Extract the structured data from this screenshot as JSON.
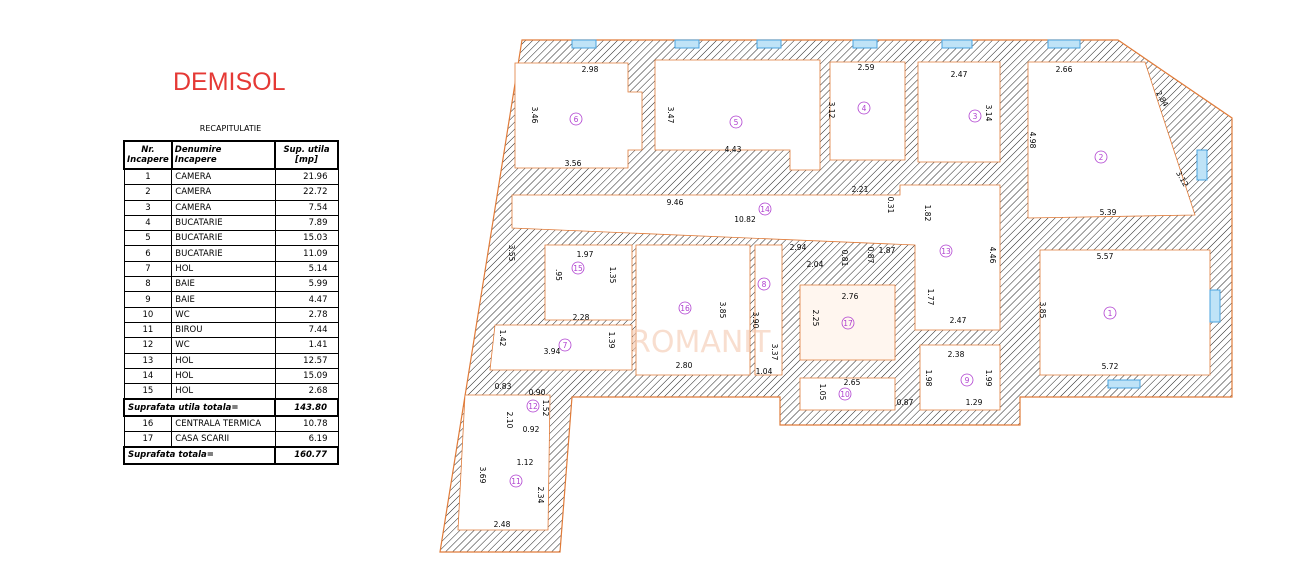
{
  "title": "DEMISOL",
  "table": {
    "caption": "RECAPITULATIE",
    "headers": [
      [
        "Nr.",
        "Incapere"
      ],
      [
        "Denumire",
        "Incapere"
      ],
      [
        "Sup. utila",
        "[mp]"
      ]
    ],
    "rows": [
      [
        "1",
        "CAMERA",
        "21.96"
      ],
      [
        "2",
        "CAMERA",
        "22.72"
      ],
      [
        "3",
        "CAMERA",
        "7.54"
      ],
      [
        "4",
        "BUCATARIE",
        "7.89"
      ],
      [
        "5",
        "BUCATARIE",
        "15.03"
      ],
      [
        "6",
        "BUCATARIE",
        "11.09"
      ],
      [
        "7",
        "HOL",
        "5.14"
      ],
      [
        "8",
        "BAIE",
        "5.99"
      ],
      [
        "9",
        "BAIE",
        "4.47"
      ],
      [
        "10",
        "WC",
        "2.78"
      ],
      [
        "11",
        "BIROU",
        "7.44"
      ],
      [
        "12",
        "WC",
        "1.41"
      ],
      [
        "13",
        "HOL",
        "12.57"
      ],
      [
        "14",
        "HOL",
        "15.09"
      ],
      [
        "15",
        "HOL",
        "2.68"
      ]
    ],
    "subtotal": {
      "label": "Suprafata utila totala=",
      "value": "143.80"
    },
    "rows2": [
      [
        "16",
        "CENTRALA TERMICA",
        "10.78"
      ],
      [
        "17",
        "CASA SCARII",
        "6.19"
      ]
    ],
    "total": {
      "label": "Suprafata totala=",
      "value": "160.77"
    }
  },
  "plan": {
    "dimensions": [
      "2.98",
      "3.46",
      "3.47",
      "3.12",
      "2.59",
      "2.47",
      "3.14",
      "2.66",
      "2.84",
      "4.98",
      "3.12",
      "3.56",
      "4.43",
      "2.21",
      "9.46",
      "10.82",
      "0.31",
      "1.82",
      "5.39",
      "3.55",
      "1.97",
      ".95",
      "1.35",
      "2.94",
      "2.04",
      "0.81",
      "0.87",
      "1.87",
      "4.46",
      "5.57",
      "2.76",
      "2.25",
      "1.77",
      "2.47",
      "3.85",
      "3.90",
      "3.37",
      "2.28",
      "1.39",
      "1.42",
      "3.94",
      "2.80",
      "1.04",
      "2.38",
      "3.85",
      "5.72",
      "1.98",
      "1.99",
      "2.65",
      "0.83",
      "0.90",
      "1.05",
      "0.87",
      "1.29",
      "1.52",
      "2.10",
      "0.92",
      "1.12",
      "3.69",
      "2.34",
      "2.48"
    ],
    "rooms": [
      "1",
      "2",
      "3",
      "4",
      "5",
      "6",
      "7",
      "8",
      "9",
      "10",
      "11",
      "12",
      "13",
      "14",
      "15",
      "16",
      "17"
    ],
    "colors": {
      "wall_outline": "#e07b39",
      "room_label": "#b040d0",
      "hatch": "#000000",
      "window": "#4aa3df"
    }
  }
}
